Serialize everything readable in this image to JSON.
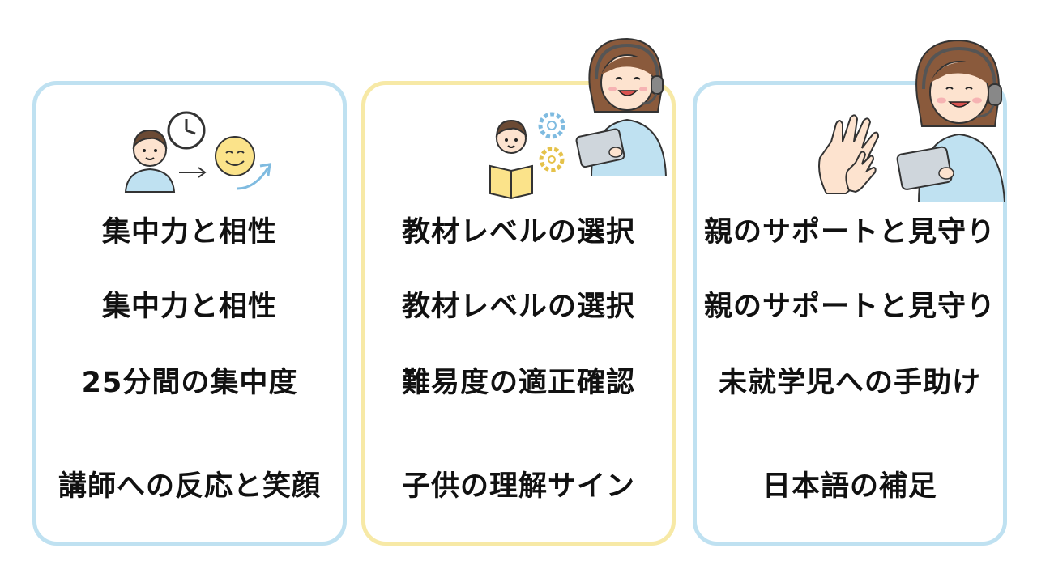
{
  "cards": [
    {
      "accent": "#bfe1f1",
      "illustration": "child-clock-smiley-icon",
      "items": [
        "集中力と相性",
        "集中力と相性",
        "25分間の集中度",
        "講師への反応と笑顔"
      ]
    },
    {
      "accent": "#f7e9a6",
      "illustration": "child-reading-gears-teacher-icon",
      "items": [
        "教材レベルの選択",
        "教材レベルの選択",
        "難易度の適正確認",
        "子供の理解サイン"
      ]
    },
    {
      "accent": "#bfe1f1",
      "illustration": "hands-teacher-tablet-icon",
      "items": [
        "親のサポートと見守り",
        "親のサポートと見守り",
        "未就学児への手助け",
        "日本語の補足"
      ]
    }
  ]
}
